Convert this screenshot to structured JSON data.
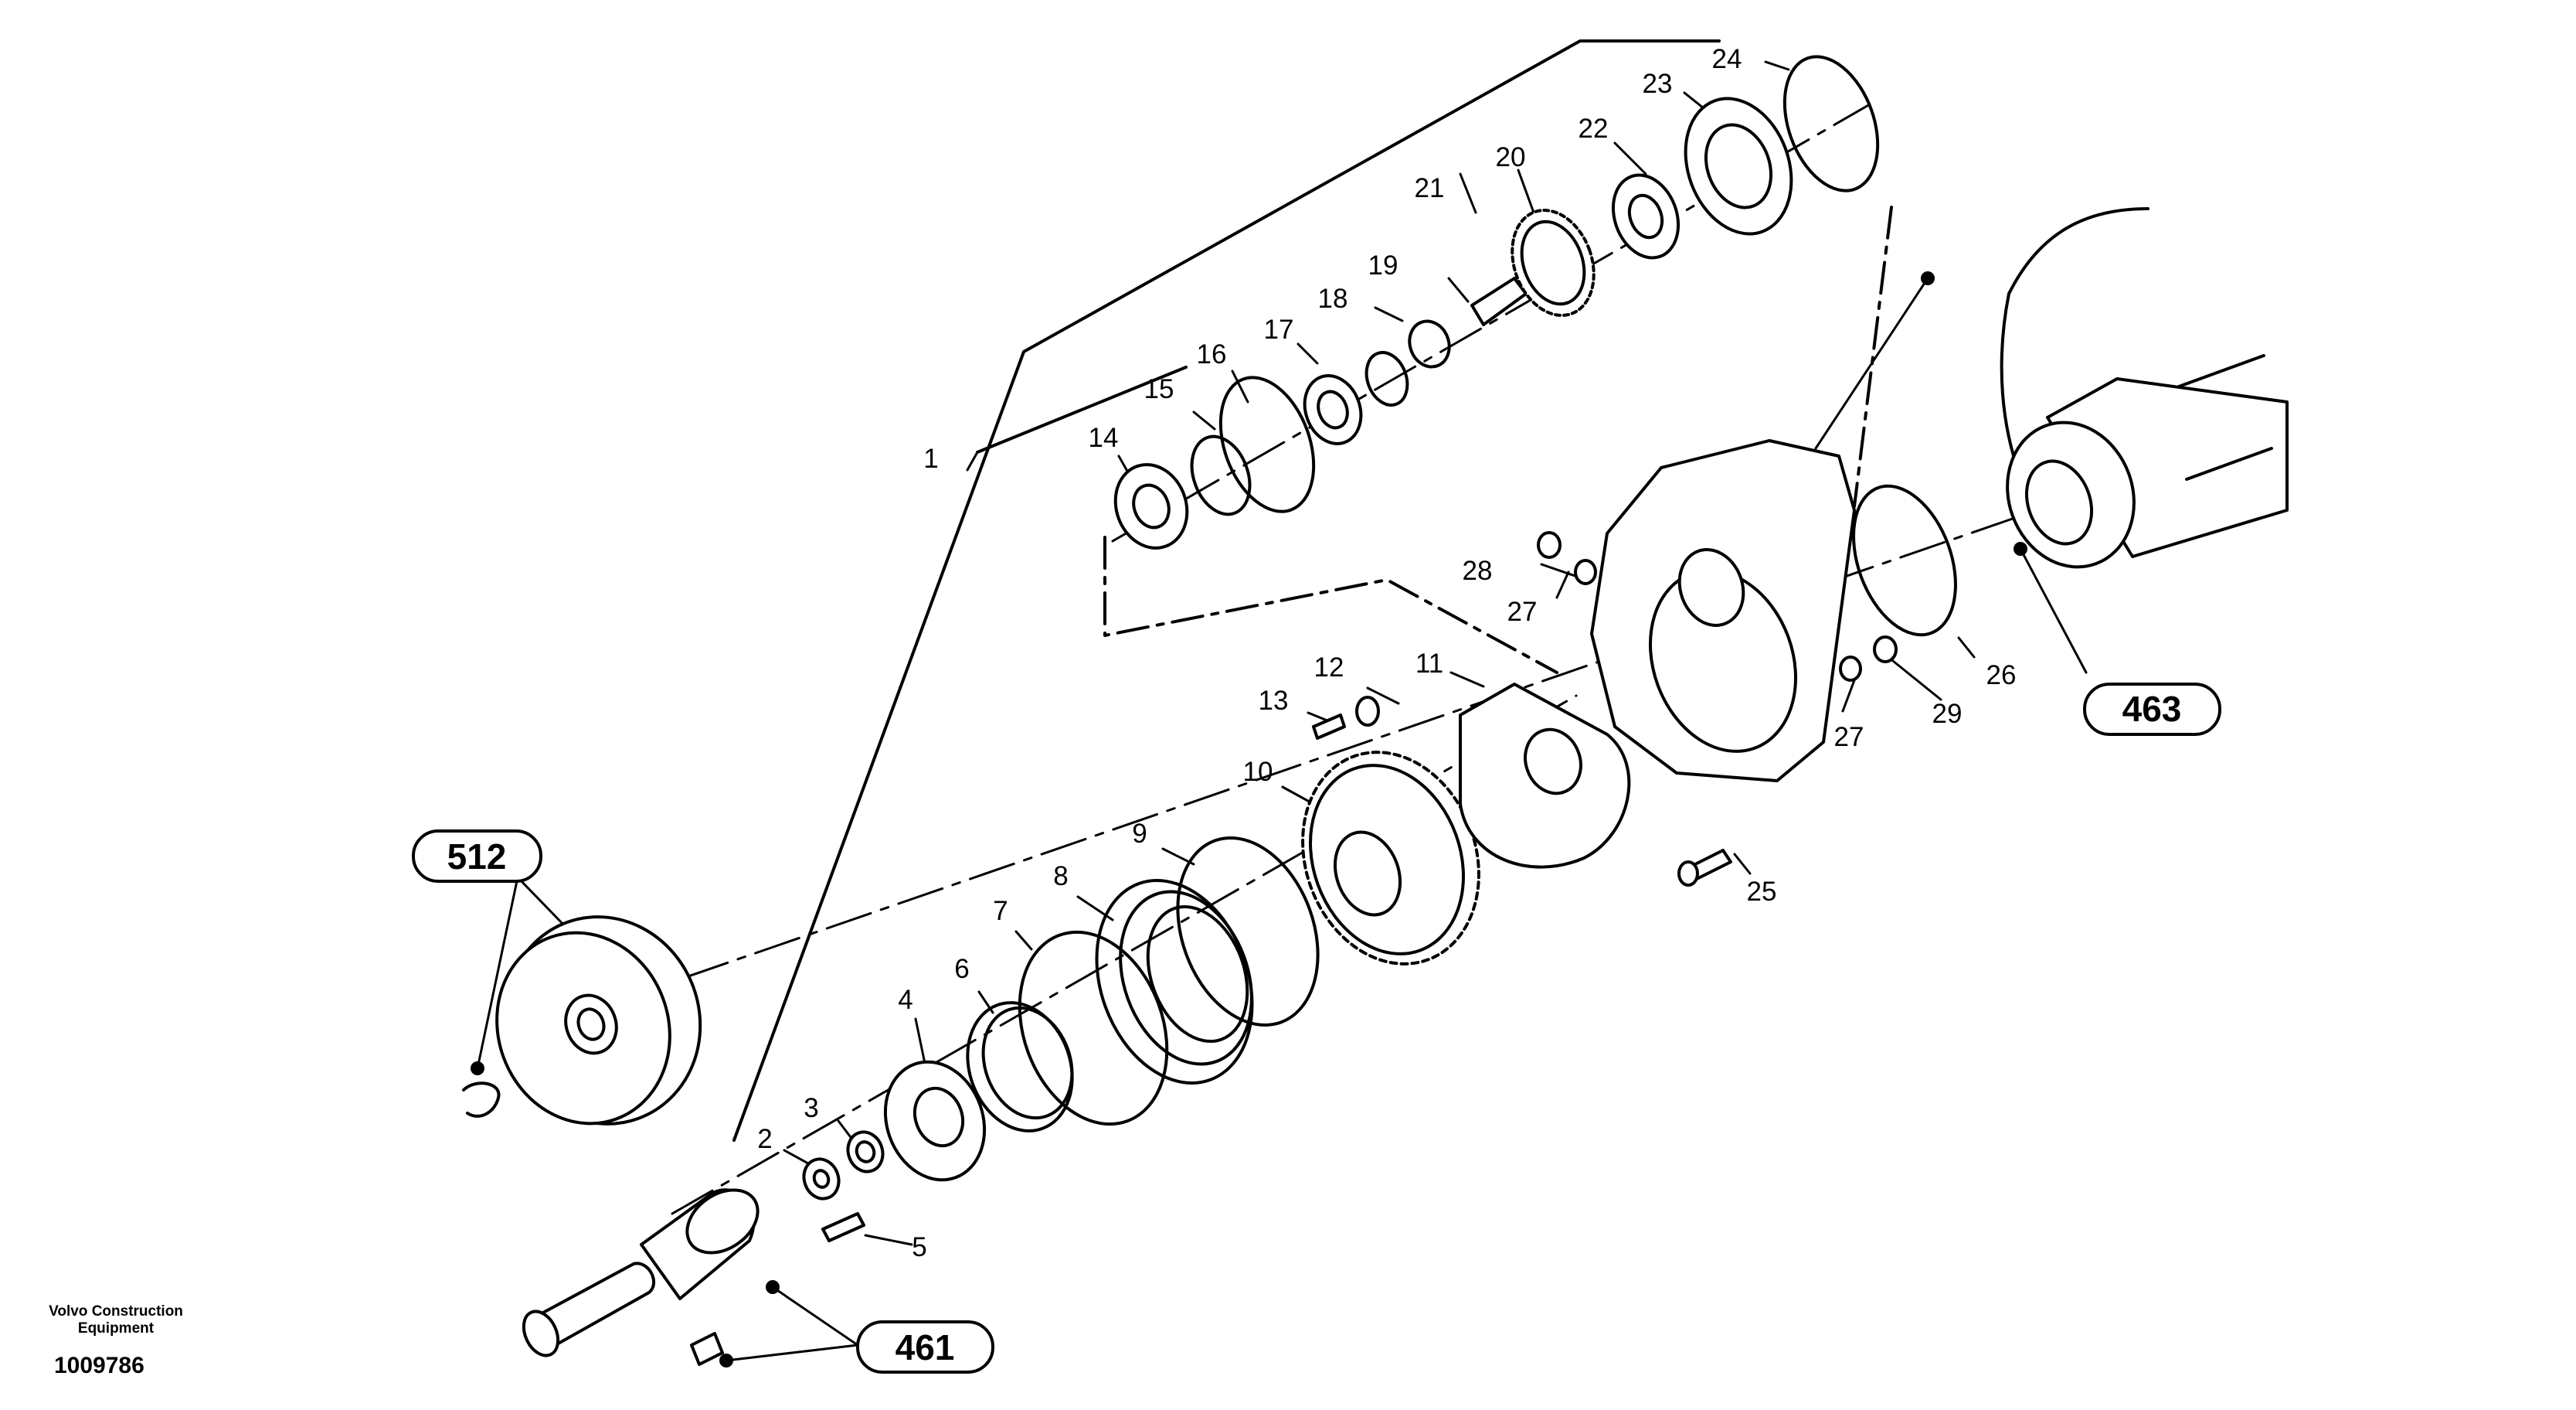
{
  "parts": [
    {
      "id": "p1",
      "label": "1"
    },
    {
      "id": "p2",
      "label": "2"
    },
    {
      "id": "p3",
      "label": "3"
    },
    {
      "id": "p4",
      "label": "4"
    },
    {
      "id": "p5",
      "label": "5"
    },
    {
      "id": "p6",
      "label": "6"
    },
    {
      "id": "p7",
      "label": "7"
    },
    {
      "id": "p8",
      "label": "8"
    },
    {
      "id": "p9",
      "label": "9"
    },
    {
      "id": "p10",
      "label": "10"
    },
    {
      "id": "p11",
      "label": "11"
    },
    {
      "id": "p12",
      "label": "12"
    },
    {
      "id": "p13",
      "label": "13"
    },
    {
      "id": "p14",
      "label": "14"
    },
    {
      "id": "p15",
      "label": "15"
    },
    {
      "id": "p16",
      "label": "16"
    },
    {
      "id": "p17",
      "label": "17"
    },
    {
      "id": "p18",
      "label": "18"
    },
    {
      "id": "p19",
      "label": "19"
    },
    {
      "id": "p20",
      "label": "20"
    },
    {
      "id": "p21",
      "label": "21"
    },
    {
      "id": "p22",
      "label": "22"
    },
    {
      "id": "p23",
      "label": "23"
    },
    {
      "id": "p24",
      "label": "24"
    },
    {
      "id": "p25",
      "label": "25"
    },
    {
      "id": "p26",
      "label": "26"
    },
    {
      "id": "p27a",
      "label": "27"
    },
    {
      "id": "p27b",
      "label": "27"
    },
    {
      "id": "p28",
      "label": "28"
    },
    {
      "id": "p29",
      "label": "29"
    }
  ],
  "references": [
    {
      "id": "r512",
      "label": "512"
    },
    {
      "id": "r463",
      "label": "463"
    },
    {
      "id": "r461",
      "label": "461"
    }
  ],
  "footer": {
    "brand_line1": "Volvo Construction",
    "brand_line2": "Equipment",
    "doc_number": "1009786"
  }
}
